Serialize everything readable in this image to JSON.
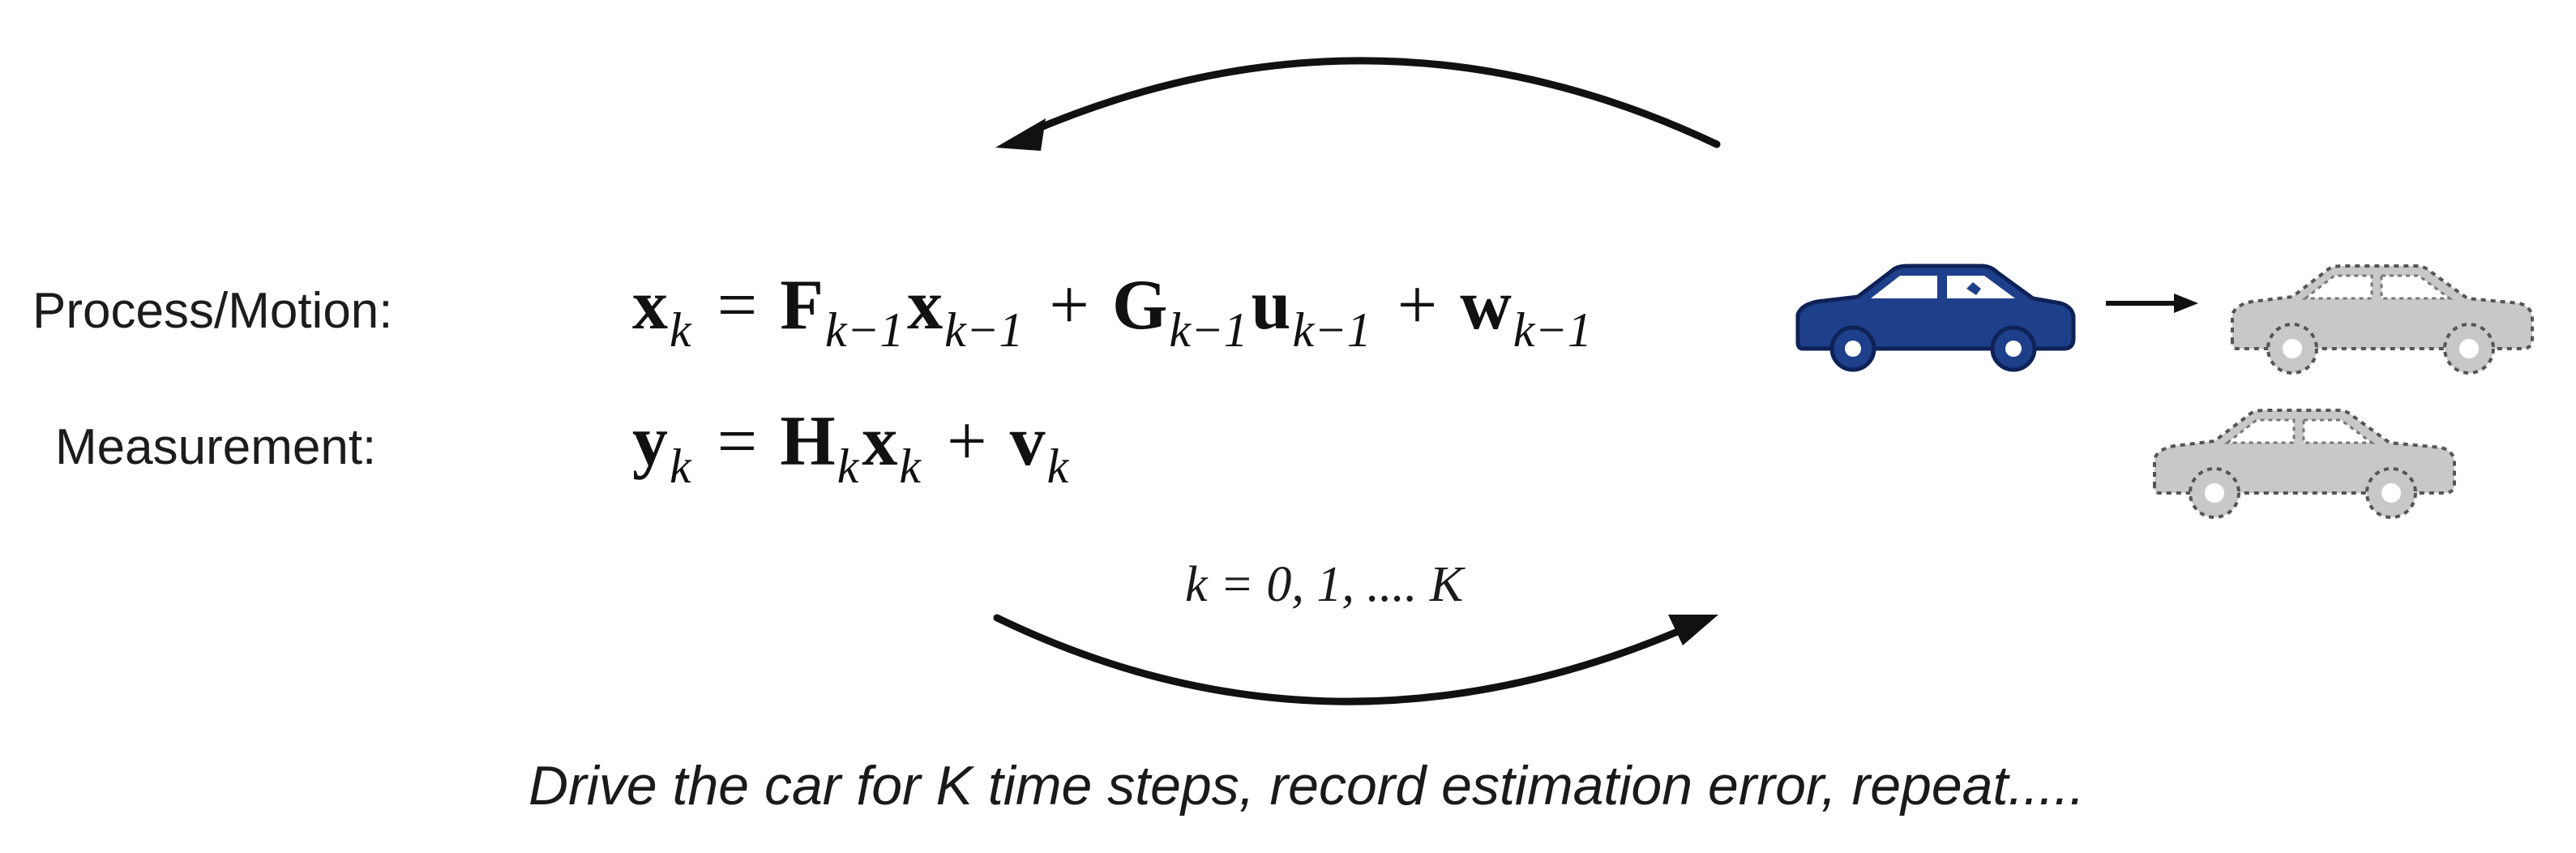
{
  "labels": {
    "process": "Process/Motion:",
    "measurement": "Measurement:"
  },
  "equations": {
    "process": {
      "lhs": "x",
      "lhs_sub": "k",
      "eq": "=",
      "t1_mat": "F",
      "t1_mat_sub": "k−1",
      "t1_vec": "x",
      "t1_vec_sub": "k−1",
      "plus1": "+",
      "t2_mat": "G",
      "t2_mat_sub": "k−1",
      "t2_vec": "u",
      "t2_vec_sub": "k−1",
      "plus2": "+",
      "t3_vec": "w",
      "t3_vec_sub": "k−1"
    },
    "measurement": {
      "lhs": "y",
      "lhs_sub": "k",
      "eq": "=",
      "t1_mat": "H",
      "t1_mat_sub": "k",
      "t1_vec": "x",
      "t1_vec_sub": "k",
      "plus1": "+",
      "t2_vec": "v",
      "t2_vec_sub": "k"
    }
  },
  "time_range": "k = 0, 1, .... K",
  "caption": "Drive the car for K time steps, record estimation error, repeat.....",
  "colors": {
    "car_solid": "#1e3f8a",
    "car_ghost": "#c8c8c8",
    "arrow": "#111111"
  }
}
